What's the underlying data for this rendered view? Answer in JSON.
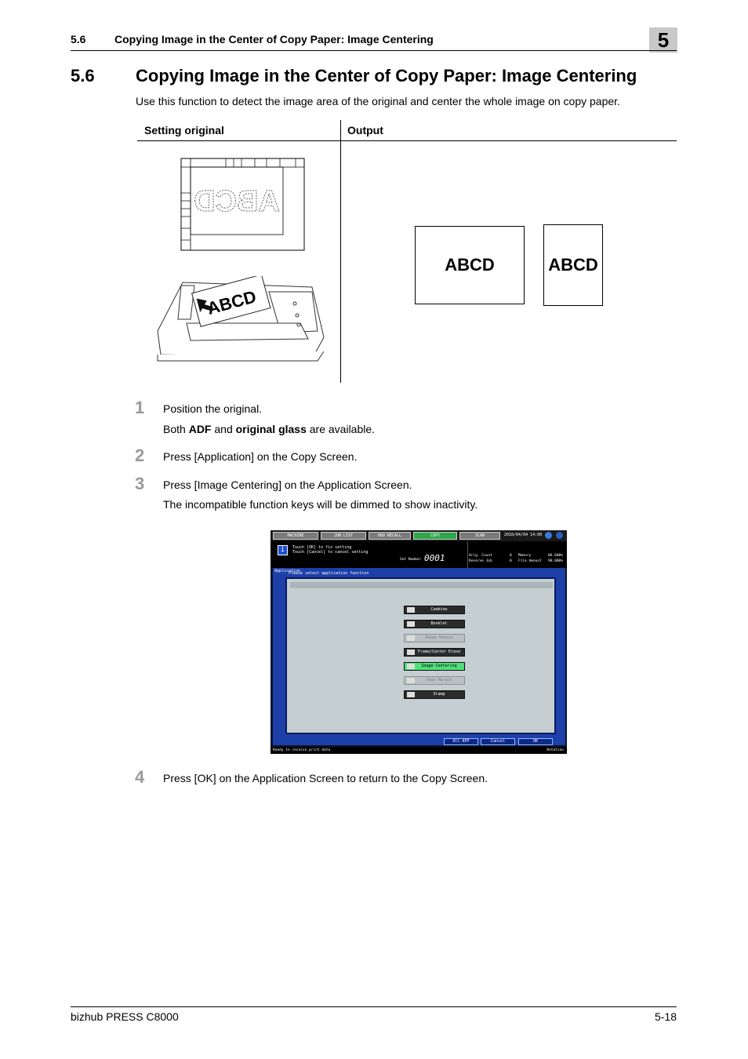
{
  "header": {
    "section_number": "5.6",
    "section_title": "Copying Image in the Center of Copy Paper: Image Centering",
    "chapter": "5"
  },
  "section": {
    "number": "5.6",
    "title": "Copying Image in the Center of Copy Paper: Image Centering",
    "intro": "Use this function to detect the image area of the original and center the whole image on copy paper."
  },
  "table": {
    "col1": "Setting original",
    "col2": "Output",
    "original_text": "ABCD",
    "output_text": "ABCD"
  },
  "steps": [
    {
      "num": "1",
      "text": "Position the original.",
      "note_pre": "Both ",
      "note_b1": "ADF",
      "note_mid": " and ",
      "note_b2": "original glass",
      "note_post": " are available."
    },
    {
      "num": "2",
      "text": "Press [Application] on the Copy Screen."
    },
    {
      "num": "3",
      "text": "Press [Image Centering] on the Application Screen.",
      "note": "The incompatible function keys will be dimmed to show inactivity."
    },
    {
      "num": "4",
      "text": "Press [OK] on the Application Screen to return to the Copy Screen."
    }
  ],
  "screen": {
    "tabs": [
      "MACHINE",
      "JOB LIST",
      "HDD RECALL",
      "COPY",
      "SCAN"
    ],
    "datetime": "2010/04/04 14:00",
    "msg1": "Touch [OK] to fix setting",
    "msg2": "Touch [Cancel] to cancel setting",
    "set_number_label": "Set Number",
    "set_number": "0001",
    "orig_count": "Orig. Count",
    "orig_count_val": "0",
    "reserve_job": "Reserve Job",
    "reserve_job_val": "0",
    "memory": "Memory",
    "memory_val": "06.600%",
    "file_amount": "File Amount",
    "file_amount_val": "98.000%",
    "panel_title": "Application",
    "prompt": "Please select application function",
    "functions": [
      "Combine",
      "Booklet",
      "Image Repeat",
      "Frame/Center Erase",
      "Image Centering",
      "Page Margin",
      "Stamp"
    ],
    "buttons": [
      "All APP",
      "Cancel",
      "OK"
    ],
    "status": "Ready to receive print data",
    "rotation": "Rotation"
  },
  "footer": {
    "product": "bizhub PRESS C8000",
    "page": "5-18"
  }
}
